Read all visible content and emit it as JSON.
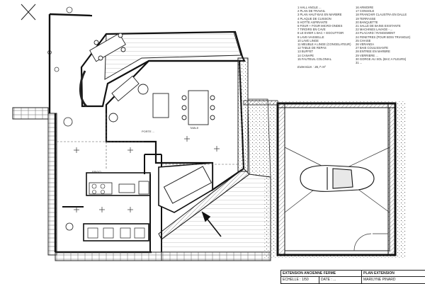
{
  "legend": {
    "left_items": [
      "1 HALL ANGLE ...",
      "2 PLAN DE TRAVAIL",
      "3 PLAN HAUT-BAS EN MARBRE",
      "4 PLAQUE DE CUISSON",
      "5 HOTTE ASPIRANTE",
      "6 FOUR + FOUR MICRO-ONDES",
      "7 TIROIRS EN CAVE",
      "8 LE EVIER 1 BAC + EGOUTTOIR",
      "9 LAVE-VAISSELLE",
      "10 LAVE LINGE",
      "11 MEUBLE A LINGE (CONGELATEUR)",
      "12 TABLE DE REPAS",
      "13 BUFFET",
      "14 CANAPE",
      "15 FAUTEUIL COLONIAL"
    ],
    "right_items": [
      "16 ARMOIRE",
      "17 CONSOLE",
      "18 FRANCHIR CLAUSTRA EN DALLE",
      "19 TERRASSE",
      "20 BANQUETTE",
      "21 SALLE DE BAINS EXISTANTE",
      "22 MACHINES LAVAGE - ...",
      "23 PLACARD / RANGEMENT",
      "24 FENETRES (POUR BOIS TRIANGLE)",
      "25 CHAISE",
      "26 VERANDA",
      "27 BAIE COULISSANTE",
      "28 ENTREE EN MARBRE",
      "29 VERRIERE ...",
      "30 GORGE AU SOL (BAC A FLEURS)",
      "31 ..."
    ],
    "area": "Extension : 36,7 m²"
  },
  "title_block": {
    "project": "EXTENSION ANCIENNE FERME",
    "sheet": "PLAN EXTENSION",
    "scale": "ECHELLE : 1/50",
    "date": "DATE : ...",
    "author": "MARILYNE PINARD"
  },
  "annotations": {
    "door_label": "PORTE ...",
    "fridge_label": "FRIGO",
    "table_label": "TABLE"
  }
}
